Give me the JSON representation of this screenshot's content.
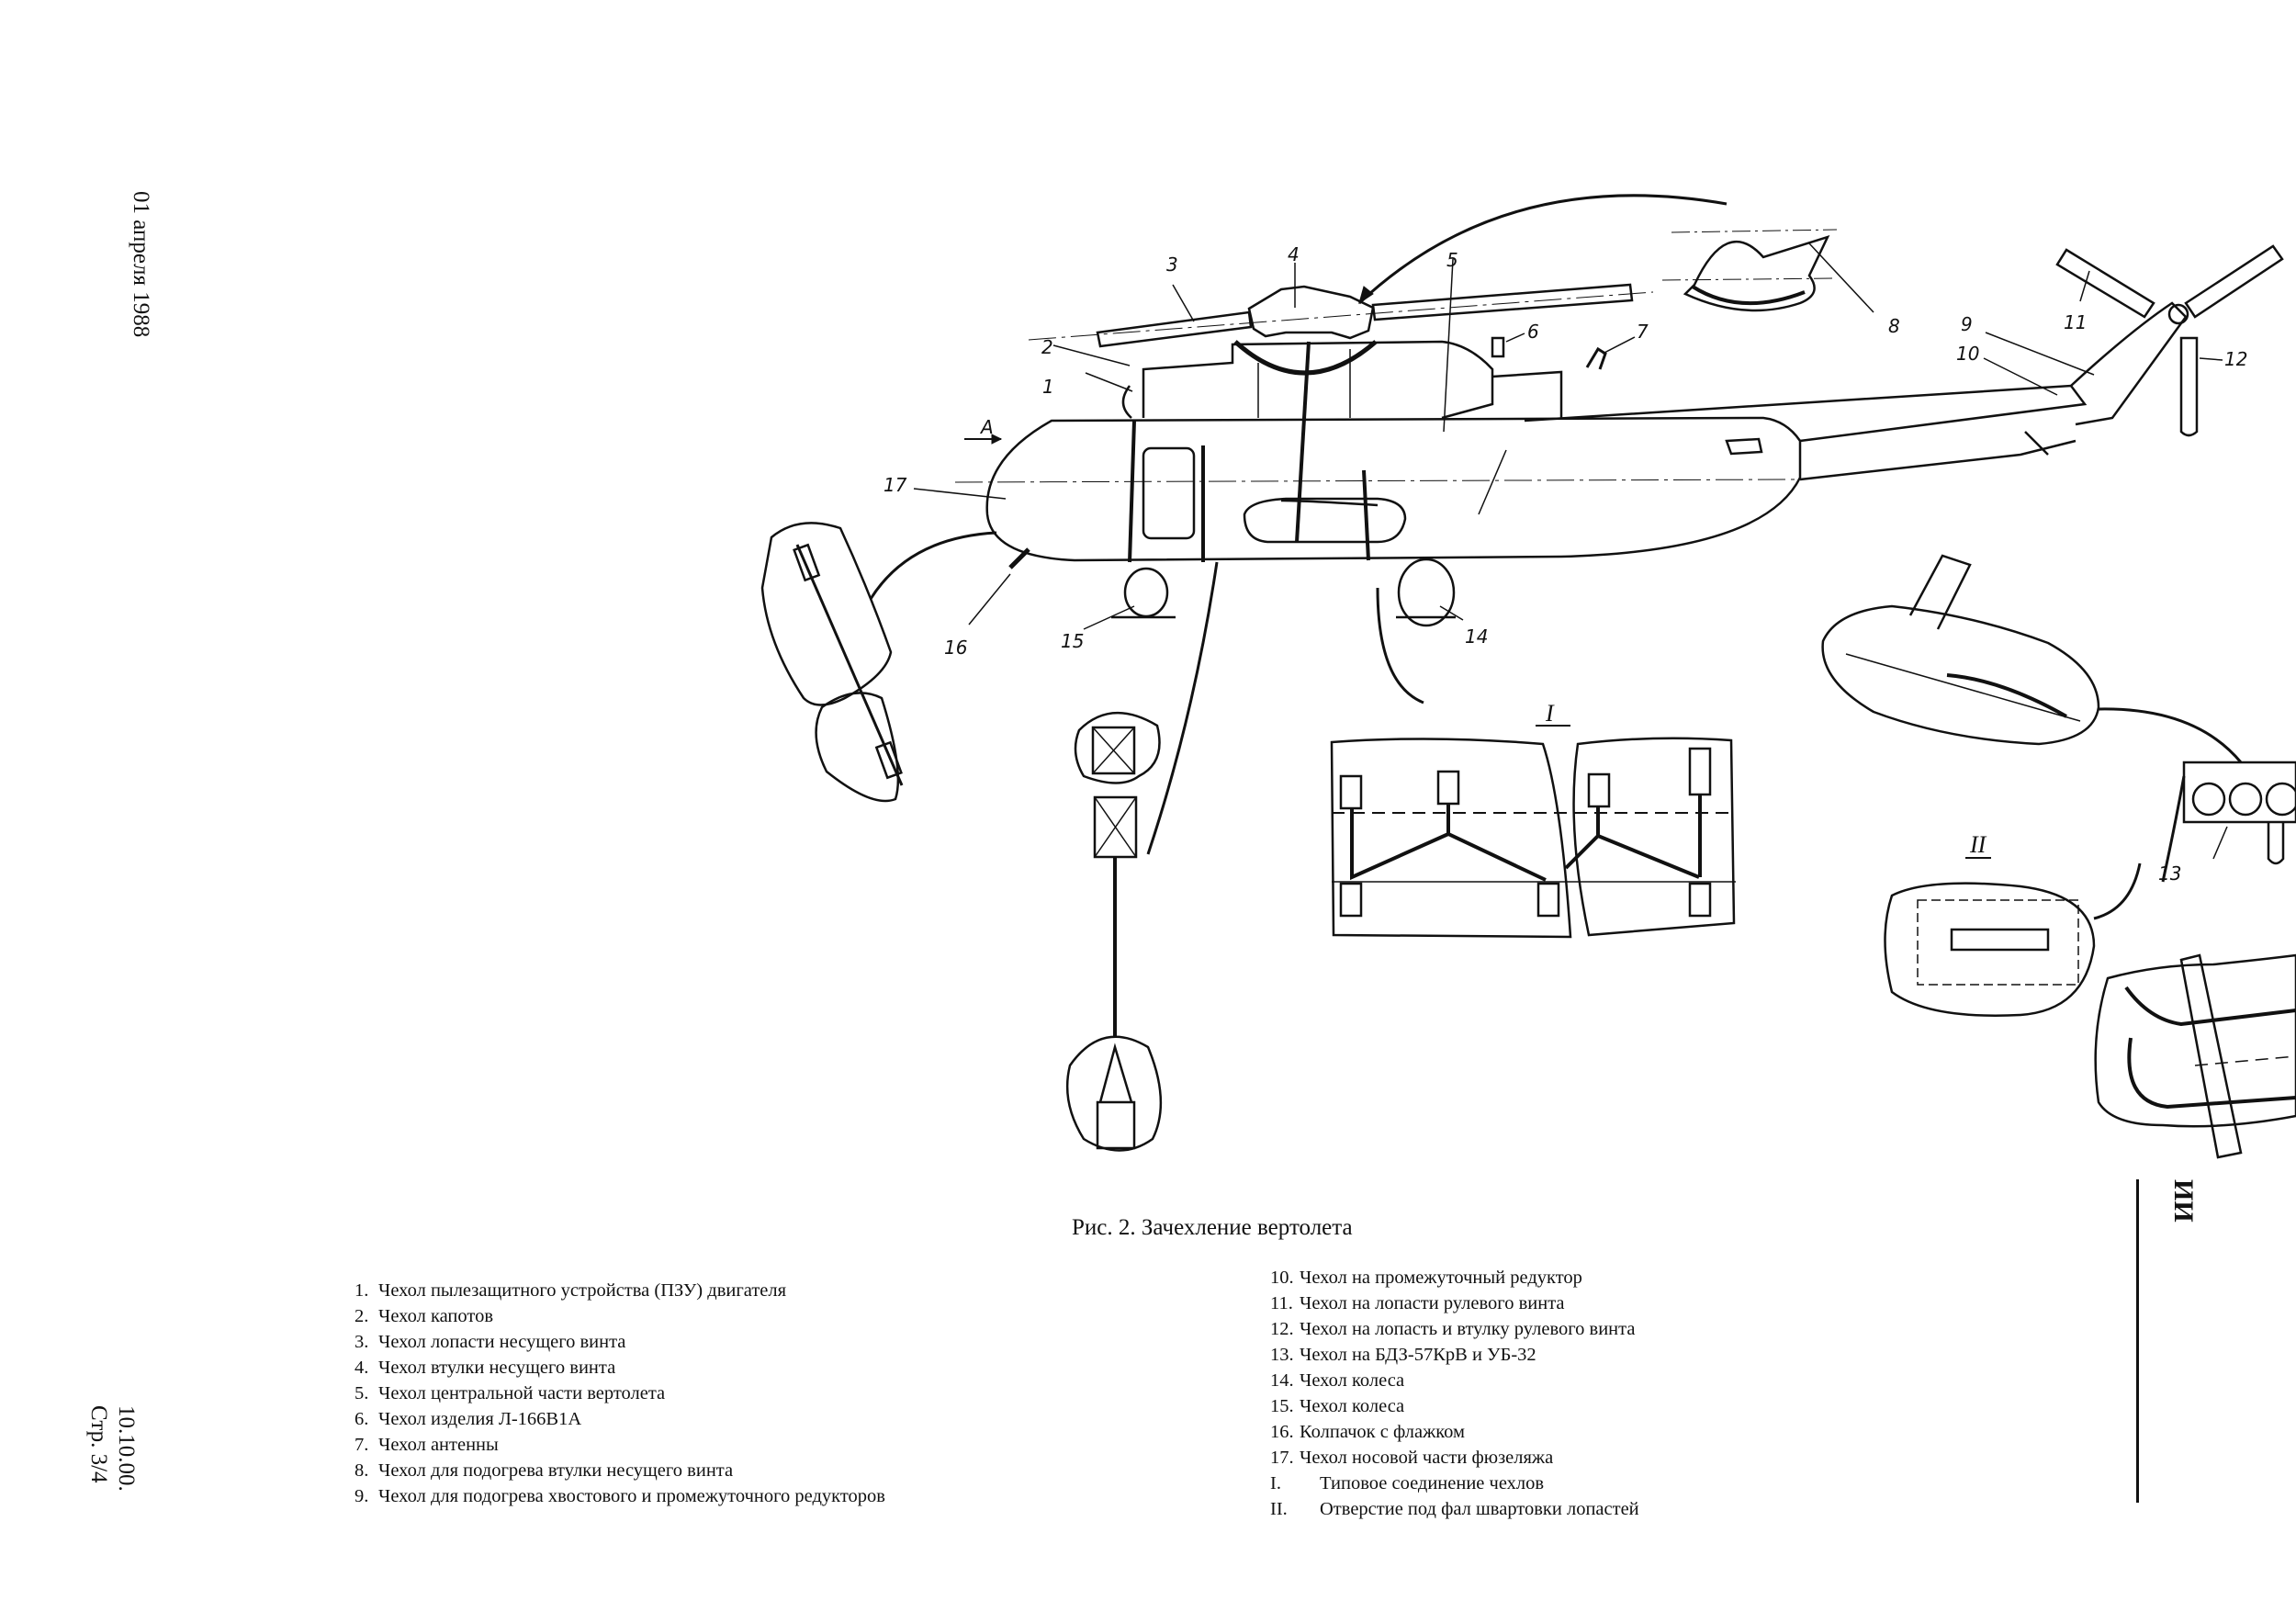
{
  "margin": {
    "date": "01 апреля 1988",
    "doc_code": "10.10.00.",
    "page": "Стр. 3/4",
    "edge_text": "ИИ"
  },
  "figure": {
    "caption": "Рис. 2. Зачехление вертолета",
    "view_label": "A",
    "callouts": [
      "1",
      "2",
      "3",
      "4",
      "5",
      "6",
      "7",
      "8",
      "9",
      "10",
      "11",
      "12",
      "13",
      "14",
      "15",
      "16",
      "17"
    ],
    "detail_labels": [
      "I",
      "II"
    ]
  },
  "legend": {
    "left": [
      {
        "num": "1.",
        "text": "Чехол пылезащитного устройства (ПЗУ) двигателя"
      },
      {
        "num": "2.",
        "text": "Чехол капотов"
      },
      {
        "num": "3.",
        "text": "Чехол лопасти несущего винта"
      },
      {
        "num": "4.",
        "text": "Чехол втулки несущего винта"
      },
      {
        "num": "5.",
        "text": "Чехол центральной части вертолета"
      },
      {
        "num": "6.",
        "text": "Чехол изделия Л-166В1А"
      },
      {
        "num": "7.",
        "text": "Чехол антенны"
      },
      {
        "num": "8.",
        "text": "Чехол для подогрева втулки несущего винта"
      },
      {
        "num": "9.",
        "text": "Чехол для подогрева хвостового и промежуточного редукторов"
      }
    ],
    "right": [
      {
        "num": "10.",
        "text": "Чехол на промежуточный редуктор"
      },
      {
        "num": "11.",
        "text": "Чехол на лопасти рулевого винта"
      },
      {
        "num": "12.",
        "text": "Чехол на лопасть и втулку рулевого винта"
      },
      {
        "num": "13.",
        "text": "Чехол на БДЗ-57КрВ и УБ-32"
      },
      {
        "num": "14.",
        "text": "Чехол колеса"
      },
      {
        "num": "15.",
        "text": "Чехол колеса"
      },
      {
        "num": "16.",
        "text": "Колпачок с флажком"
      },
      {
        "num": "17.",
        "text": "Чехол носовой части фюзеляжа"
      },
      {
        "num": "I.",
        "text": "Типовое соединение чехлов"
      },
      {
        "num": "II.",
        "text": "Отверстие под фал швартовки лопастей"
      }
    ]
  }
}
